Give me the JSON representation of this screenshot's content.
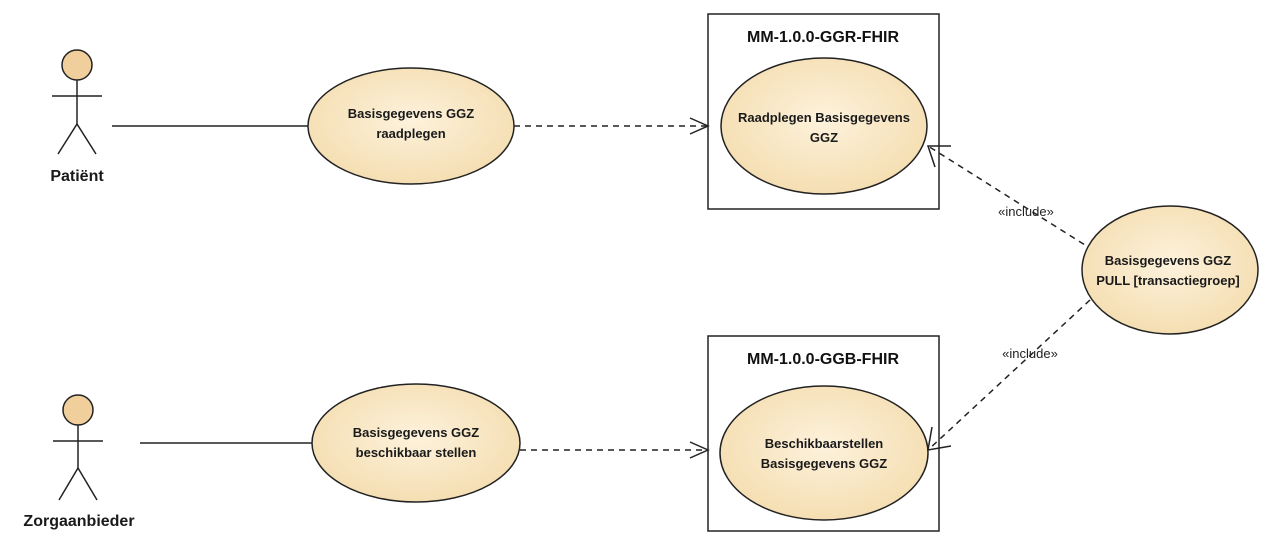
{
  "colors": {
    "use_case_fill": "#f8e6c2",
    "use_case_stroke": "#222222",
    "actor_head_fill": "#f0cf9c",
    "boundary_stroke": "#222222",
    "line": "#222222"
  },
  "actors": {
    "patient": {
      "label": "Patiënt"
    },
    "zorgaanbieder": {
      "label": "Zorgaanbieder"
    }
  },
  "boundaries": {
    "ggr": {
      "title": "MM-1.0.0-GGR-FHIR"
    },
    "ggb": {
      "title": "MM-1.0.0-GGB-FHIR"
    }
  },
  "use_cases": {
    "raadplegen": {
      "line1": "Basisgegevens GGZ",
      "line2": "raadplegen"
    },
    "beschikbaar": {
      "line1": "Basisgegevens GGZ",
      "line2": "beschikbaar stellen"
    },
    "raadplegen_ggr": {
      "line1": "Raadplegen Basisgegevens",
      "line2": "GGZ"
    },
    "beschikbaarstellen_ggb": {
      "line1": "Beschikbaarstellen",
      "line2": "Basisgegevens GGZ"
    },
    "pull": {
      "line1": "Basisgegevens GGZ",
      "line2": "PULL [transactiegroep]"
    }
  },
  "relations": {
    "include_top": "«include»",
    "include_bottom": "«include»"
  }
}
